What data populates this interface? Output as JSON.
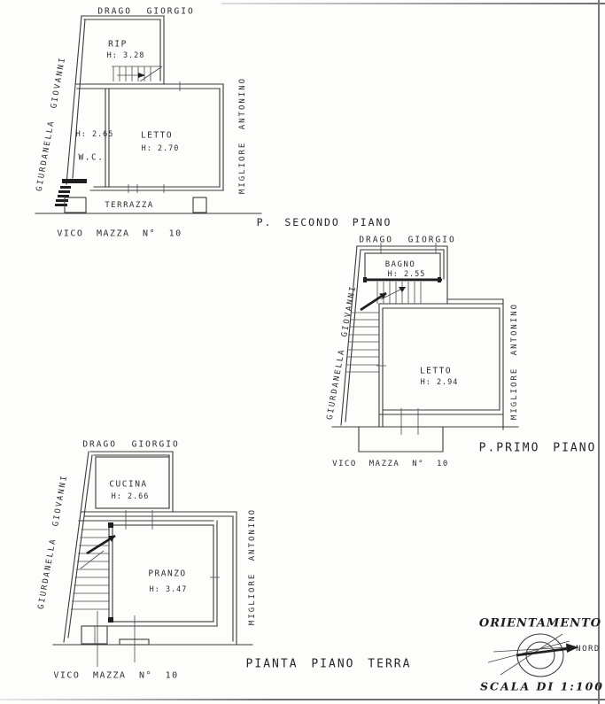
{
  "page": {
    "ink": "#3a3a3a",
    "background": "#fdfdfb"
  },
  "plan_secondo": {
    "title": "P. SECONDO PIANO",
    "neighbor_top": "DRAGO GIORGIO",
    "neighbor_left": "GIURDANELLA GIOVANNI",
    "neighbor_right": "MIGLIORE ANTONINO",
    "street": "VICO MAZZA N° 10",
    "rooms": {
      "rip": {
        "name": "RIP",
        "h": "H: 3.28"
      },
      "wc": {
        "name": "W.C.",
        "h": "H: 2.65"
      },
      "letto": {
        "name": "LETTO",
        "h": "H: 2.70"
      },
      "terrazza": {
        "name": "TERRAZZA"
      }
    }
  },
  "plan_primo": {
    "title": "P.PRIMO PIANO",
    "neighbor_top": "DRAGO GIORGIO",
    "neighbor_left": "GIURDANELLA GIOVANNI",
    "neighbor_right": "MIGLIORE ANTONINO",
    "street": "VICO MAZZA N° 10",
    "rooms": {
      "bagno": {
        "name": "BAGNO",
        "h": "H: 2.55"
      },
      "letto": {
        "name": "LETTO",
        "h": "H: 2.94"
      }
    }
  },
  "plan_terra": {
    "title": "PIANTA PIANO TERRA",
    "neighbor_top": "DRAGO GIORGIO",
    "neighbor_left": "GIURDANELLA GIOVANNI",
    "neighbor_right": "MIGLIORE ANTONINO",
    "street": "VICO MAZZA N° 10",
    "rooms": {
      "cucina": {
        "name": "CUCINA",
        "h": "H: 2.66"
      },
      "pranzo": {
        "name": "PRANZO",
        "h": "H: 3.47"
      }
    }
  },
  "orientation": {
    "title": "ORIENTAMENTO",
    "north": "NORD",
    "scale": "SCALA DI 1:100"
  }
}
